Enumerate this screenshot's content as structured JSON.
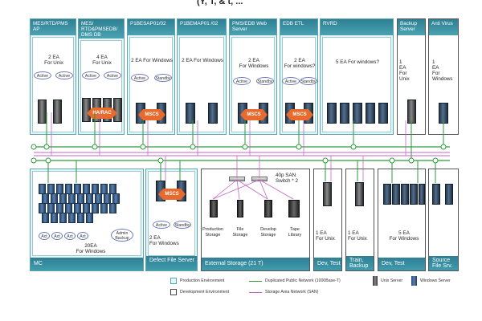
{
  "header_partial": "(Y, T, & t, ...",
  "top_boxes": [
    {
      "title": "MES/RTD/PMS AP",
      "count": "2 EA\nFor Unix",
      "pills": [
        "Active",
        "Active"
      ]
    },
    {
      "title": "MES/ RTD&PMSEDB/ DMS DB",
      "count": "4 EA\nFor Unix",
      "pills": [
        "Active",
        "Active"
      ],
      "badge": "HA/RAC"
    },
    {
      "title": "P1BESAP01/02",
      "count": "2 EA For Windows",
      "pills": [
        "Active",
        "Standby"
      ],
      "badge": "MSCS"
    },
    {
      "title": "P1BEMAP01 /02",
      "count": "2 EA For Windows",
      "pills": []
    },
    {
      "title": "PMS/EDB Web Server",
      "count": "2 EA\nFor Windows",
      "pills": [
        "Active",
        "Standby"
      ],
      "badge": "MSCS"
    },
    {
      "title": "EDB ETL",
      "count": "2 EA\nFor windows?",
      "pills": [
        "Active",
        "Standby"
      ],
      "badge": "MSCS"
    },
    {
      "title": "RVRD",
      "count": "5 EA For windows?",
      "pills": []
    },
    {
      "title": "Backup Server",
      "count": "1\nEA\nFor\nUnix",
      "pills": []
    },
    {
      "title": "Anti Virus",
      "count": "1\nEA\nFor\nWindows",
      "pills": []
    }
  ],
  "bottom_boxes": [
    {
      "footer": "MC",
      "count": "20EA\nFor Windows",
      "pills": [
        "Act",
        "Act",
        "Act",
        "Act"
      ],
      "extra_pill": "Admin\nBackup"
    },
    {
      "footer": "Defect File Server",
      "count": "2 EA\nFor Windows",
      "pills": [
        "Active",
        "Standby"
      ],
      "badge": "MSCS"
    },
    {
      "footer": "External Storage (21 T)",
      "switch_label": "40p SAN\nSwitch * 2",
      "storage": [
        "Production\nStorage",
        "File\nStorage",
        "Develop\nStorage",
        "Tape\nLibrary"
      ]
    },
    {
      "footer": "Dev, Test",
      "count": "1 EA\nFor Unix"
    },
    {
      "footer": "Train,\nBackup",
      "count": "1 EA\nFor Unix"
    },
    {
      "footer": "Dev, Test",
      "count": "5 EA\nFor Windows"
    },
    {
      "footer": "Source\nFile Srv.",
      "count": ""
    }
  ],
  "legend": {
    "production": "Production Environment",
    "development": "Development Environment",
    "public_network": "Duplicated Public Network (1000Base-T)",
    "san": "Storage Area Network (SAN)",
    "unix": "Unix Server",
    "windows": "Windows Server"
  },
  "colors": {
    "header_teal": "#2f7f93",
    "box_fill": "#e6f4f6",
    "public_network": "#2e9a3b",
    "san": "#c565c7",
    "cluster_badge": "#e86a2c"
  }
}
